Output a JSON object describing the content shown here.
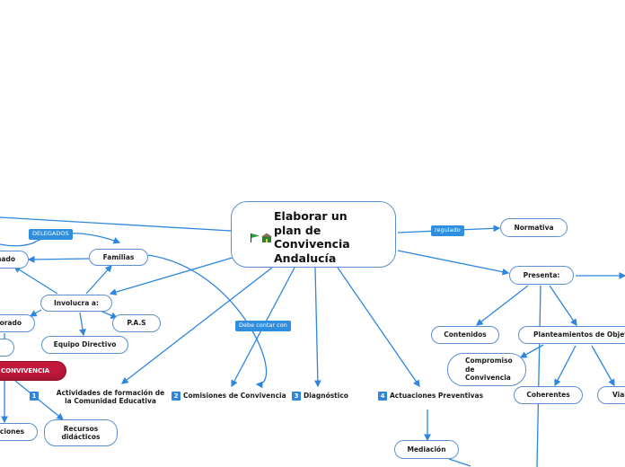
{
  "central": {
    "title_lines": [
      "Elaborar un",
      "plan de",
      "Convivencia",
      "Andalucía"
    ],
    "icons": [
      "flag-icon",
      "school-building-icon"
    ]
  },
  "relations": {
    "delegados": "DELEGADOS",
    "regulado": "regulado",
    "debe_contar_con": "Debe contar con"
  },
  "nodes": {
    "alumnado_partial": "nado",
    "familias": "Familias",
    "involucra": "Involucra a:",
    "profesorado_partial": "orado",
    "pas": "P.A.S",
    "equipo_directivo": "Equipo Directivo",
    "aula_convivencia_partial": "CONVIVENCIA",
    "actuaciones_partial": "aciones",
    "recursos_didacticos": "Recursos didácticos",
    "normativa": "Normativa",
    "presenta": "Presenta:",
    "contenidos": "Contenidos",
    "planteamientos": "Planteamientos de Objetiv",
    "compromiso": "Compromiso de Convivencia",
    "coherentes": "Coherentes",
    "viables_partial": "Viab",
    "mediacion": "Mediación"
  },
  "main_branches": [
    {
      "number": "1",
      "label": "Actividades de formación de la Comunidad Educativa"
    },
    {
      "number": "2",
      "label": "Comisiones de Convivencia"
    },
    {
      "number": "3",
      "label": "Diagnóstico"
    },
    {
      "number": "4",
      "label": "Actuaciones Preventivas"
    }
  ],
  "colors": {
    "line": "#2e86de",
    "node_border": "#5b8fd1",
    "badge": "#2e86de",
    "accent_red": "#c2183b"
  }
}
